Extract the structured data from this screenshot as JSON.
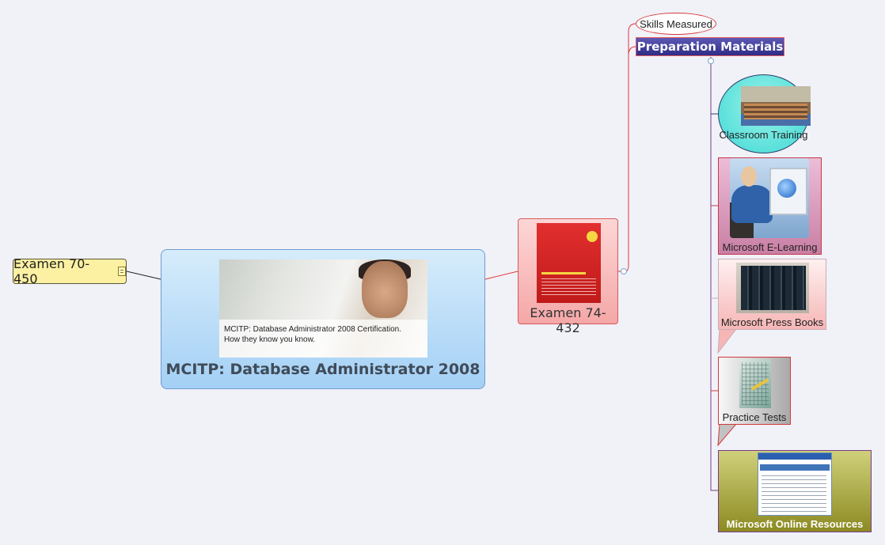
{
  "colors": {
    "background": "#f1f1f8",
    "central_border": "#6f9ccf",
    "branch_red": "#e03a3a",
    "branch_purple": "#7a3a8a",
    "prep_fill": "#3a379a"
  },
  "topics": {
    "examen_450": {
      "label": "Examen 70-450",
      "has_note_icon": true
    },
    "central": {
      "title": "MCITP: Database Administrator 2008",
      "image_caption_line1": "MCITP: Database Administrator 2008 Certification.",
      "image_caption_line2": "How they know you know."
    },
    "examen_432": {
      "label": "Examen 74-432"
    },
    "skills_measured": {
      "label": "Skills Measured"
    },
    "preparation_materials": {
      "label": "Preparation Materials"
    },
    "materials": [
      {
        "key": "classroom",
        "label": "Classroom Training"
      },
      {
        "key": "elearning",
        "label": "Microsoft E-Learning"
      },
      {
        "key": "books",
        "label": "Microsoft Press Books"
      },
      {
        "key": "practice",
        "label": "Practice Tests"
      },
      {
        "key": "online",
        "label": "Microsoft Online Resources"
      }
    ]
  }
}
